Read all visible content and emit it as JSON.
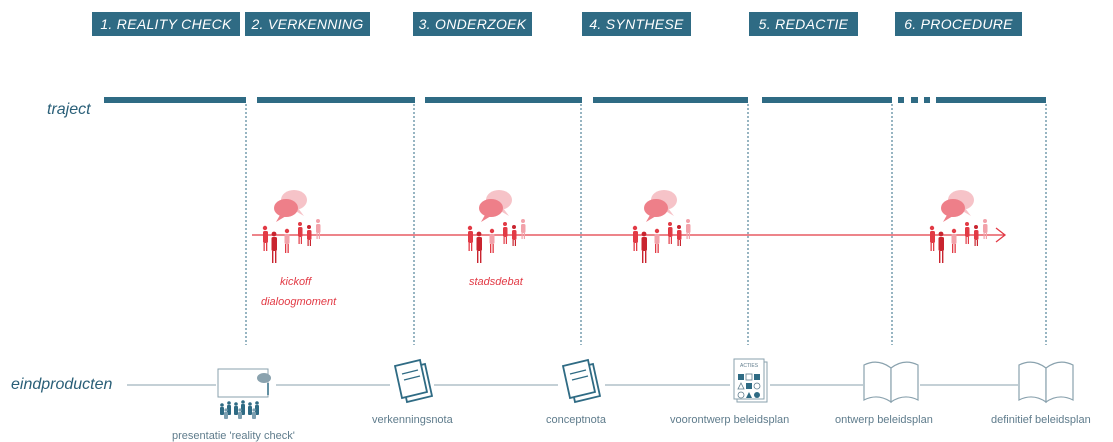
{
  "phases": [
    {
      "label": "1. REALITY CHECK"
    },
    {
      "label": "2. VERKENNING"
    },
    {
      "label": "3. ONDERZOEK"
    },
    {
      "label": "4. SYNTHESE"
    },
    {
      "label": "5. REDACTIE"
    },
    {
      "label": "6. PROCEDURE"
    }
  ],
  "rows": {
    "traject": "traject",
    "eindproducten": "eindproducten"
  },
  "events": {
    "kickoff": "kickoff",
    "dialoogmoment": "dialoogmoment",
    "stadsdebat": "stadsdebat"
  },
  "products": {
    "presentatie": "presentatie 'reality check'",
    "verkenningsnota": "verkenningsnota",
    "conceptnota": "conceptnota",
    "voorontwerp": "voorontwerp beleidsplan",
    "acties_label": "ACTIES",
    "ontwerp": "ontwerp beleidsplan",
    "definitief": "definitief beleidsplan"
  },
  "colors": {
    "phase_teal": "#2f6b84",
    "accent_red": "#e23a45",
    "pink": "#f2a2aa",
    "grey_line": "#8aa2ae"
  }
}
